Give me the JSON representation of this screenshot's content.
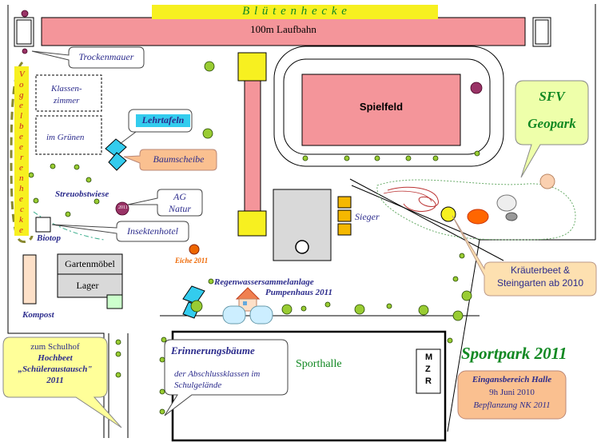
{
  "title": {
    "hedge": "B l ü t e n h e c k e",
    "sportpark": "Sportpark 2011"
  },
  "areas": {
    "laufbahn": "100m Laufbahn",
    "spielfeld": "Spielfeld",
    "sieger": "Sieger",
    "sporthalle": "Sporthalle",
    "mzr": [
      "M",
      "Z",
      "R"
    ],
    "gartenmoebel": "Gartenmöbel",
    "lager": "Lager",
    "kompost": "Kompost",
    "biotop": "Biotop",
    "streuobstwiese": "Streuobstwiese",
    "eiche": "Eiche 2011",
    "regenwasser": [
      "Regenwassersammelanlage",
      "Pumpenhaus 2011"
    ],
    "vogelbeerenhecke": [
      "V",
      "o",
      "g",
      "e",
      "l",
      "b",
      "e",
      "e",
      "r",
      "e",
      "n",
      "h",
      "e",
      "c",
      "k",
      "e"
    ],
    "klassenzimmer": [
      "Klassen-",
      "zimmer"
    ],
    "im_gruenen": "im Grünen",
    "tree_2011": "2011"
  },
  "callouts": {
    "trockenmauer": "Trockenmauer",
    "lehrtafeln": "Lehrtafeln",
    "baumscheibe": "Baumscheibe",
    "ag_natur": [
      "AG",
      "Natur"
    ],
    "insektenhotel": "Insektenhotel",
    "sfv": [
      "SFV",
      "Geopark"
    ],
    "kraeuterbeet": [
      "Kräuterbeet &",
      "Steingarten ab 2010"
    ],
    "erinnerung": [
      "Erinnerungsbäume",
      "der Abschlussklassen im",
      "Schulgelände"
    ],
    "schulhof": [
      "zum Schulhof",
      "Hochbeet",
      "„Schüleraustausch\"",
      "2011"
    ],
    "eingang": [
      "Eingansbereich Halle",
      "9h Juni 2010",
      "Bepflanzung NK 2011"
    ]
  },
  "colors": {
    "track_red": "#f4959a",
    "yellow": "#f7f020",
    "sieger_orange": "#f5b800",
    "gray_block": "#d9d9d9",
    "mint": "#ccffcc",
    "cyan": "#33ccee",
    "sfv_green": "#eeffaa",
    "kraeuter_beige": "#fde0b0",
    "schulhof_yellow": "#ffff99",
    "eingang_orange": "#fac090",
    "baumscheibe_orange": "#fac090",
    "title_green": "#118822",
    "label_blue": "#2b2b8c"
  }
}
